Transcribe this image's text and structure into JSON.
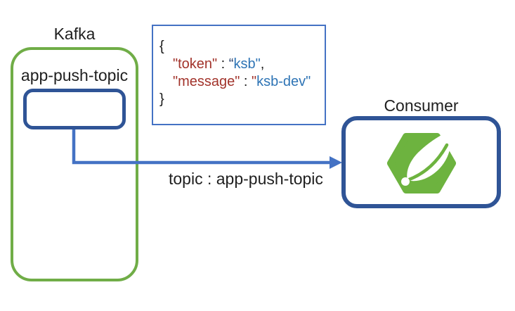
{
  "colors": {
    "green": "#70AD47",
    "navy": "#2F5496",
    "arrow-blue": "#4472C4",
    "spring-green": "#6DB33F",
    "code-red": "#A2332B",
    "code-blue": "#2E74B5",
    "code-navy": "#1F3864",
    "code-black": "#1A1A1A"
  },
  "kafka": {
    "label": "Kafka",
    "topic_label": "app-push-topic"
  },
  "message_box": {
    "lines": [
      {
        "indent": false,
        "segments": [
          {
            "text": "{",
            "color": "#1A1A1A"
          }
        ]
      },
      {
        "indent": true,
        "segments": [
          {
            "text": "\"token\"",
            "color": "#A2332B"
          },
          {
            "text": " : ",
            "color": "#1A1A1A"
          },
          {
            "text": "“",
            "color": "#1F3864"
          },
          {
            "text": "ksb\"",
            "color": "#2E74B5"
          },
          {
            "text": ",",
            "color": "#1A1A1A"
          }
        ]
      },
      {
        "indent": true,
        "segments": [
          {
            "text": "\"message\"",
            "color": "#A2332B"
          },
          {
            "text": " : ",
            "color": "#1A1A1A"
          },
          {
            "text": "\"",
            "color": "#A2332B"
          },
          {
            "text": "ksb-dev",
            "color": "#2E74B5"
          },
          {
            "text": "\"",
            "color": "#2E74B5"
          }
        ]
      },
      {
        "indent": false,
        "segments": [
          {
            "text": "}",
            "color": "#1A1A1A"
          }
        ]
      }
    ]
  },
  "arrow": {
    "label": "topic : app-push-topic"
  },
  "consumer": {
    "label": "Consumer",
    "logo": "spring-leaf-logo"
  }
}
